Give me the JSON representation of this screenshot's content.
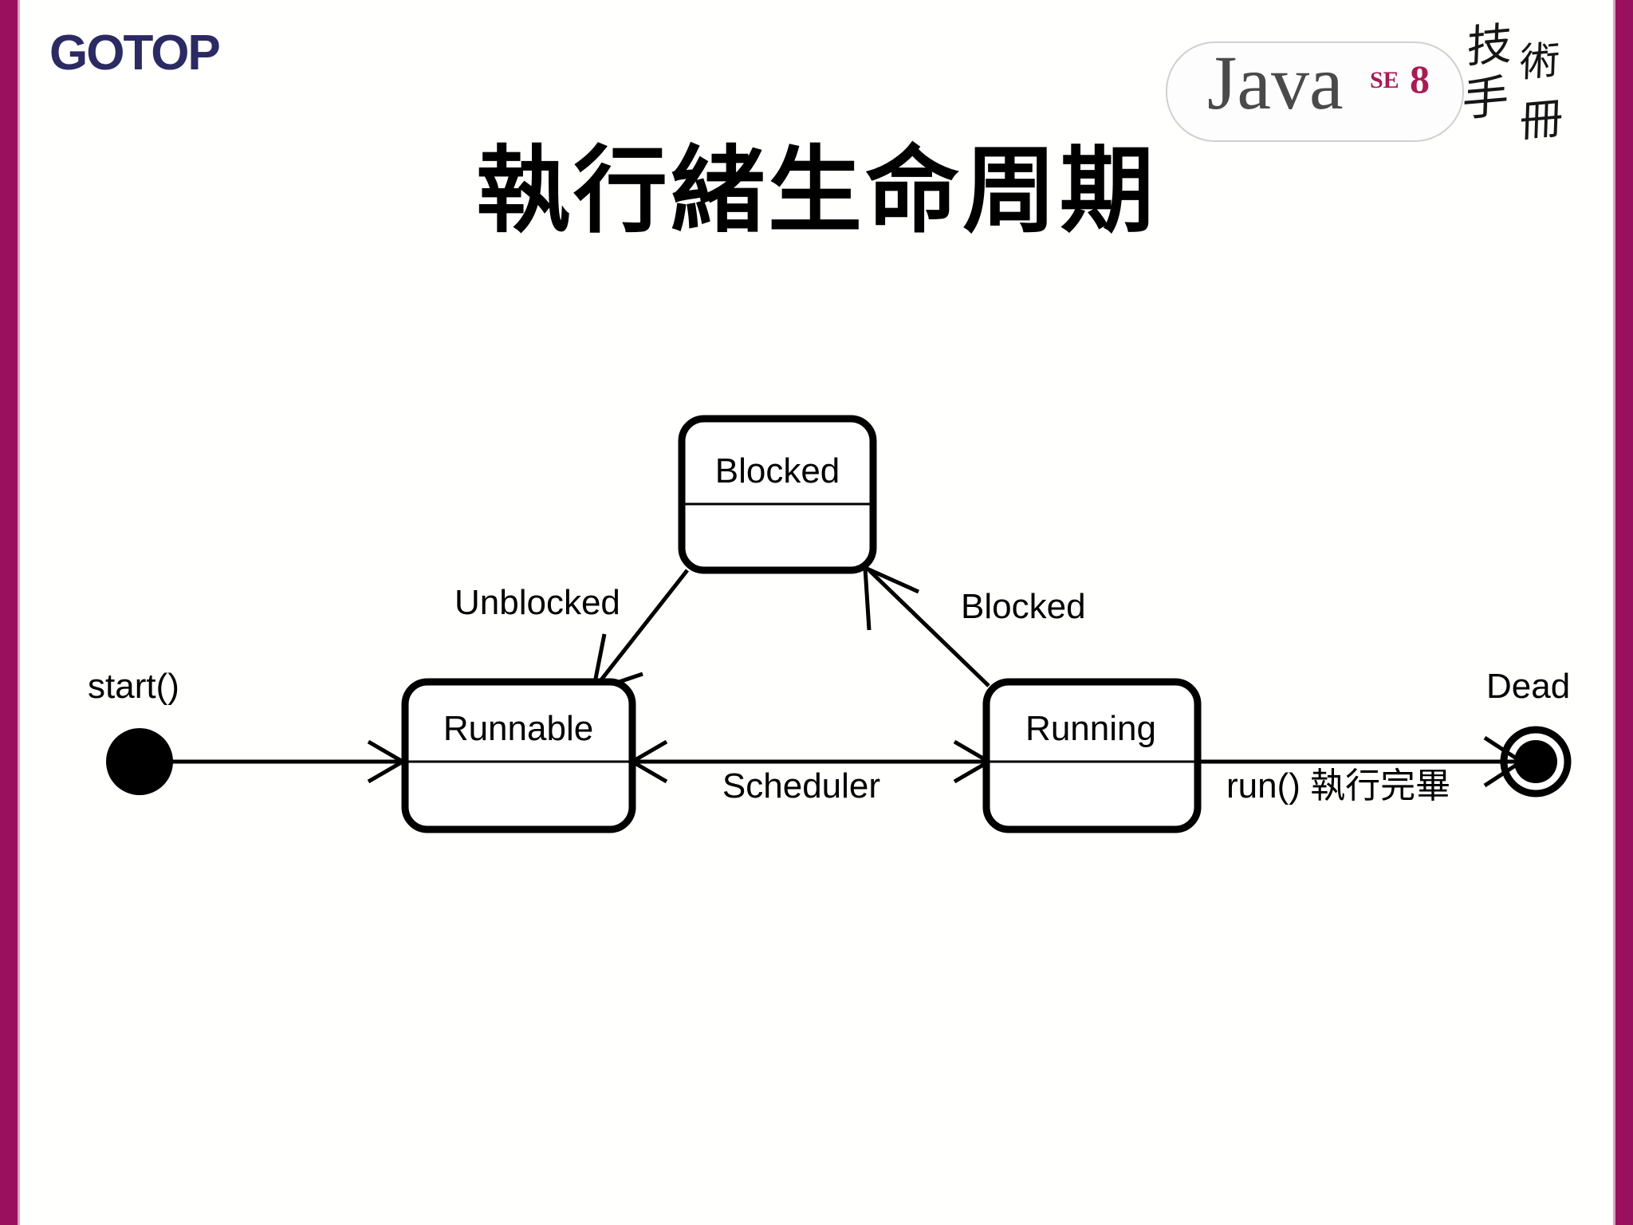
{
  "slide": {
    "publisher_logo": "GOTOP",
    "title": "執行緒生命周期",
    "accent_color": "#9B0F5F",
    "logo_color": "#2B2A62",
    "book_logo": {
      "product": "Java",
      "edition_sup": "SE",
      "version": "8",
      "series_cjk": [
        "技",
        "術",
        "手",
        "冊"
      ]
    }
  },
  "diagram": {
    "type": "uml-state-machine",
    "states": [
      {
        "id": "blocked",
        "label": "Blocked"
      },
      {
        "id": "runnable",
        "label": "Runnable"
      },
      {
        "id": "running",
        "label": "Running"
      }
    ],
    "pseudostates": [
      {
        "id": "initial",
        "kind": "initial",
        "label": "start()"
      },
      {
        "id": "final",
        "kind": "final",
        "label": "Dead"
      }
    ],
    "transitions": [
      {
        "from": "initial",
        "to": "runnable",
        "label": "start()"
      },
      {
        "from": "blocked",
        "to": "runnable",
        "label": "Unblocked"
      },
      {
        "from": "running",
        "to": "blocked",
        "label": "Blocked"
      },
      {
        "from": "runnable",
        "to": "running",
        "label": "Scheduler",
        "bidirectional": true
      },
      {
        "from": "running",
        "to": "final",
        "label": "run() 執行完畢"
      }
    ],
    "labels": {
      "start": "start()",
      "dead": "Dead",
      "unblocked": "Unblocked",
      "blocked_edge": "Blocked",
      "scheduler": "Scheduler",
      "run_done": "run() 執行完畢"
    }
  }
}
